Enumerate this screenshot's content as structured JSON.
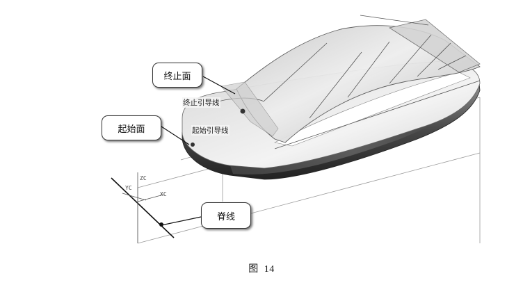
{
  "figure": {
    "callouts": {
      "end_face": "终止面",
      "start_face": "起始面",
      "spine": "脊线"
    },
    "tags": {
      "end_guide": "终止引导线",
      "start_guide": "起始引导线"
    },
    "axes": {
      "zc": "ZC",
      "yc": "YC",
      "xc": "XC"
    }
  },
  "caption": {
    "prefix": "图",
    "number": "14"
  },
  "colors": {
    "surface_light": "#e2e2e2",
    "surface_dark": "#3a3a3a",
    "band": "#6b6b6b",
    "line": "#444444"
  }
}
